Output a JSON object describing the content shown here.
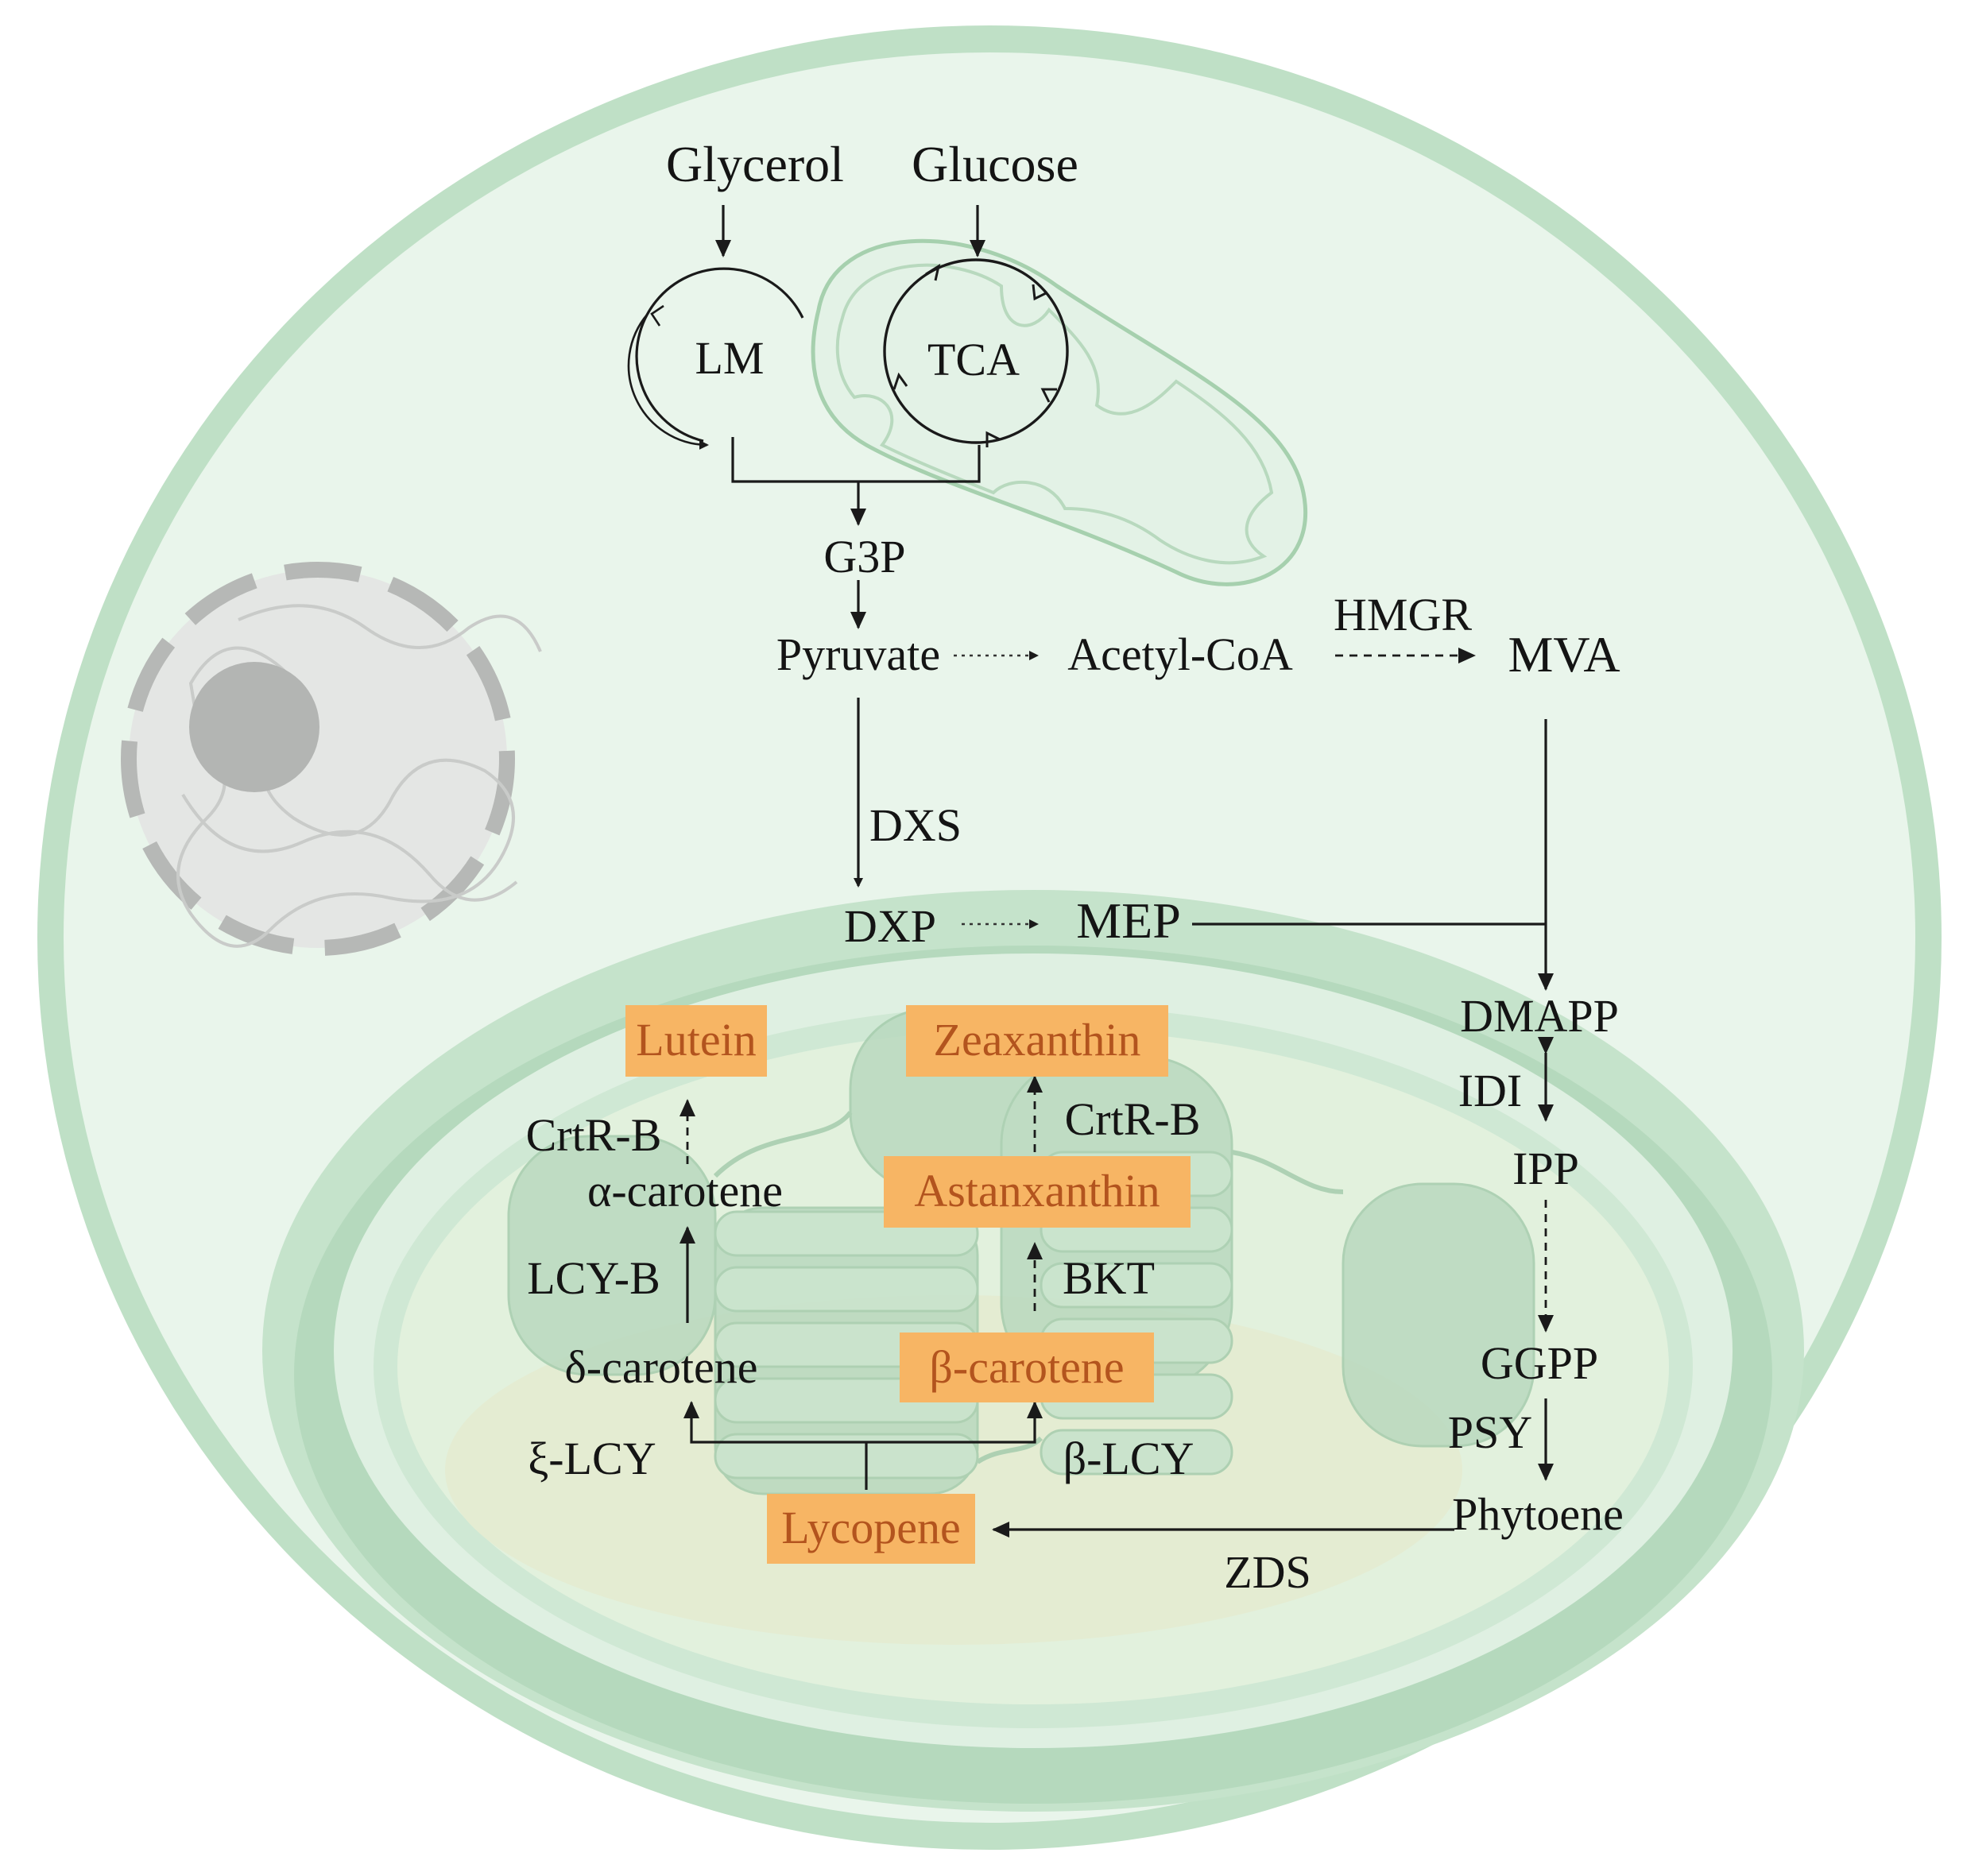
{
  "colors": {
    "cell_fill": "#e6f3e8",
    "cell_border": "#bfe0c6",
    "highlight_box": "#f7b564",
    "highlight_text": "#b3541e"
  },
  "inputs": {
    "glycerol": "Glycerol",
    "glucose": "Glucose"
  },
  "cycles": {
    "lm": "LM",
    "tca": "TCA"
  },
  "metabolites": {
    "g3p": "G3P",
    "pyruvate": "Pyruvate",
    "acetyl_coa": "Acetyl-CoA",
    "mva": "MVA",
    "dxp": "DXP",
    "mep": "MEP",
    "dmapp": "DMAPP",
    "ipp": "IPP",
    "ggpp": "GGPP",
    "phytoene": "Phytoene",
    "alpha_carotene": "α-carotene",
    "delta_carotene": "δ-carotene"
  },
  "enzymes": {
    "hmgr": "HMGR",
    "dxs": "DXS",
    "idi": "IDI",
    "psy": "PSY",
    "zds": "ZDS",
    "crtr_b_left": "CrtR-B",
    "crtr_b_right": "CrtR-B",
    "lcy_b": "LCY-B",
    "bkt": "BKT",
    "xi_lcy": "ξ-LCY",
    "beta_lcy": "β-LCY"
  },
  "products": {
    "lutein": "Lutein",
    "zeaxanthin": "Zeaxanthin",
    "astaxanthin": "Astanxanthin",
    "beta_carotene": "β-carotene",
    "lycopene": "Lycopene"
  }
}
